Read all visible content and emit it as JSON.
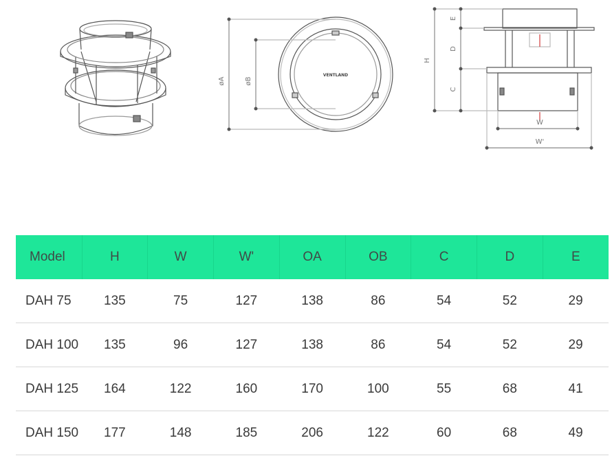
{
  "drawing": {
    "brand": "VENTLAND",
    "front_labels": {
      "a": "øA",
      "b": "øB"
    },
    "side_labels": {
      "h": "H",
      "c": "C",
      "d": "D",
      "e": "E",
      "w": "W",
      "w_prime": "W'"
    }
  },
  "table": {
    "headers": [
      "Model",
      "H",
      "W",
      "W'",
      "OA",
      "OB",
      "C",
      "D",
      "E"
    ],
    "rows": [
      [
        "DAH 75",
        "135",
        "75",
        "127",
        "138",
        "86",
        "54",
        "52",
        "29"
      ],
      [
        "DAH 100",
        "135",
        "96",
        "127",
        "138",
        "86",
        "54",
        "52",
        "29"
      ],
      [
        "DAH 125",
        "164",
        "122",
        "160",
        "170",
        "100",
        "55",
        "68",
        "41"
      ],
      [
        "DAH 150",
        "177",
        "148",
        "185",
        "206",
        "122",
        "60",
        "68",
        "49"
      ]
    ]
  },
  "colors": {
    "header_bg": "#1ee699",
    "line": "#555555",
    "red_mark": "#d23a3a"
  }
}
